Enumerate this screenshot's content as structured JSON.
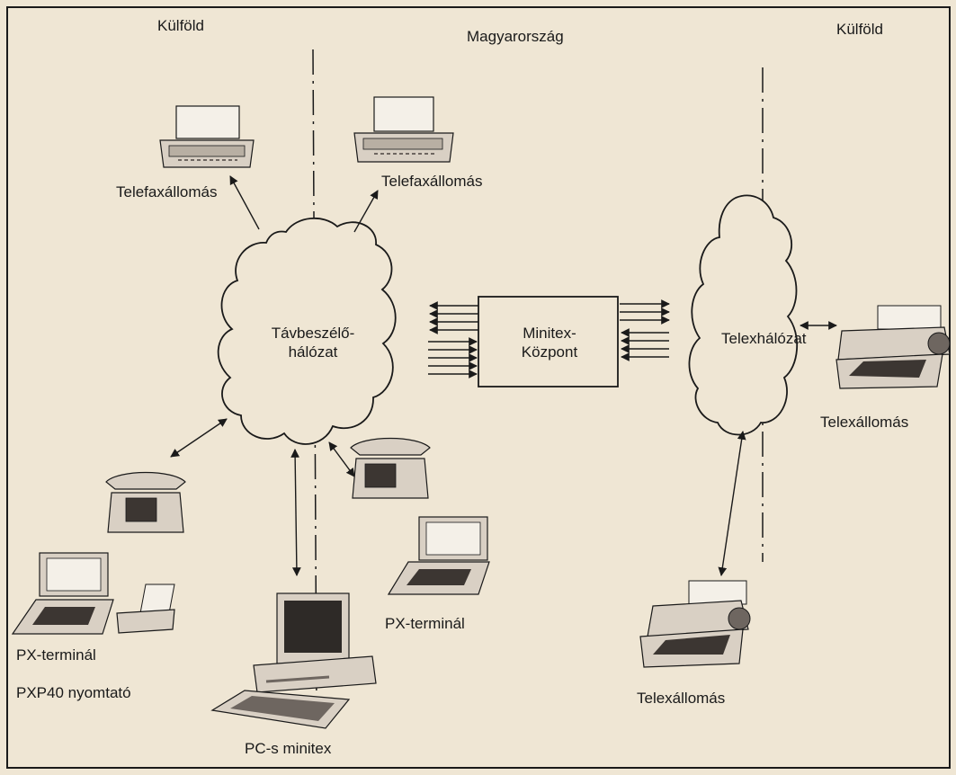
{
  "regions": {
    "left": "Külföld",
    "center": "Magyarország",
    "right": "Külföld"
  },
  "networks": {
    "phone_line1": "Távbeszélő-",
    "phone_line2": "hálózat",
    "telex": "Telexhálózat"
  },
  "center_box": {
    "line1": "Minitex-",
    "line2": "Központ"
  },
  "devices": {
    "fax_left": "Telefaxállomás",
    "fax_mid": "Telefaxállomás",
    "telex_right": "Telexállomás",
    "telex_bottom": "Telexállomás",
    "px_left_line1": "PX-terminál",
    "px_left_line2": "PXP40 nyomtató",
    "px_mid": "PX-terminál",
    "pc_minitex": "PC-s minitex"
  },
  "colors": {
    "paper": "#efe6d4",
    "ink": "#1a1a1a",
    "device_fill": "#d9d0c4",
    "device_dark": "#6e6660"
  },
  "icons": [
    "fax-machine-icon",
    "telephone-icon",
    "laptop-terminal-icon",
    "printer-icon",
    "desktop-pc-icon",
    "teleprinter-icon"
  ]
}
